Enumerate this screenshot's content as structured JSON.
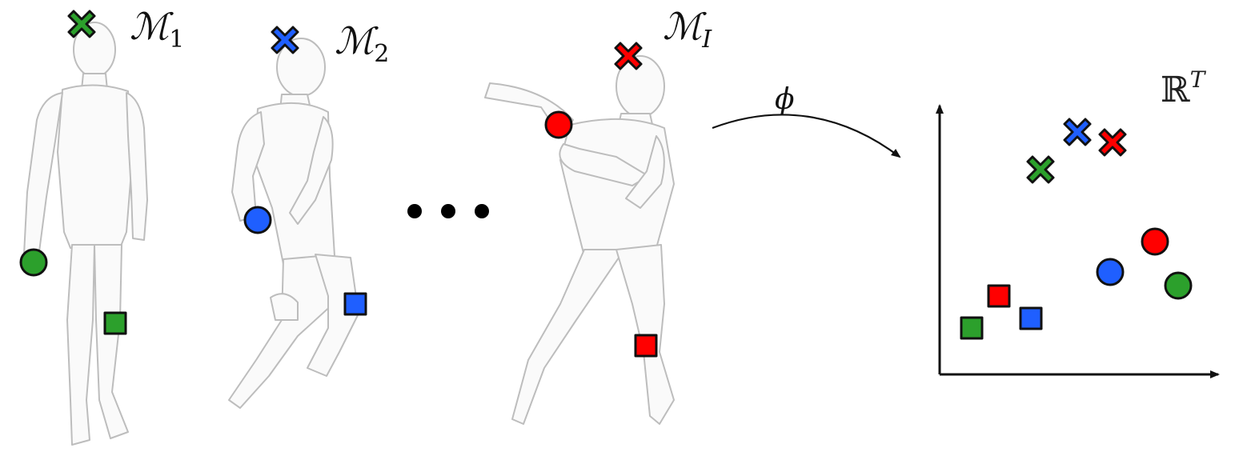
{
  "meshes": [
    {
      "label": "ℳ",
      "subscript": "1"
    },
    {
      "label": "ℳ",
      "subscript": "2"
    },
    {
      "label": "ℳ",
      "subscript": "I"
    }
  ],
  "map_symbol": "ϕ",
  "target_space": {
    "symbol": "ℝ",
    "superscript": "T"
  },
  "colors": {
    "green": "#2ca02c",
    "blue": "#1f5fff",
    "red": "#ff0000",
    "outline": "#111111",
    "body_fill": "#fafafa",
    "body_stroke": "#bdbdbd"
  },
  "marker_shapes": [
    "cross",
    "circle",
    "square"
  ]
}
